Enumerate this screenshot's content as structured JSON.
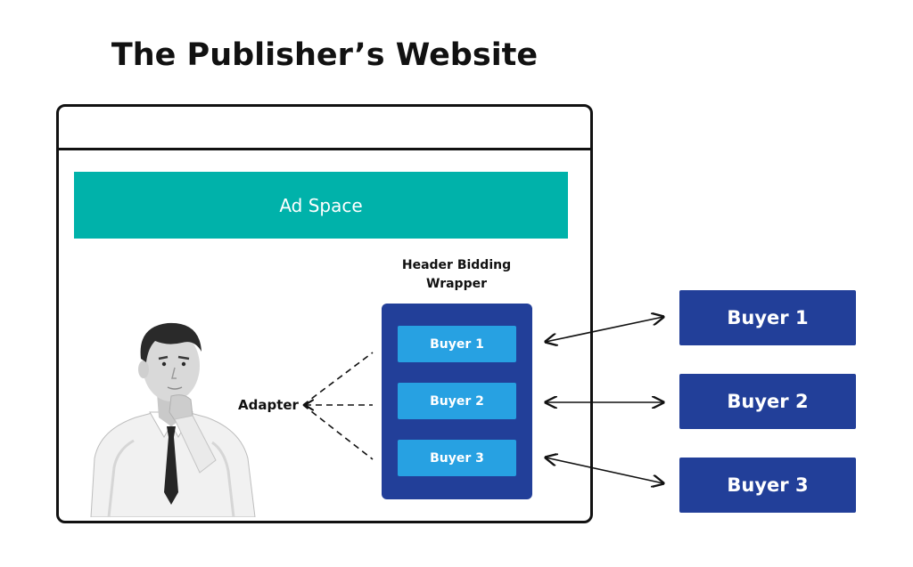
{
  "title": "The Publisher’s Website",
  "ad_space": {
    "label": "Ad Space"
  },
  "wrapper": {
    "label_line1": "Header Bidding",
    "label_line2": "Wrapper",
    "buyers": [
      "Buyer 1",
      "Buyer 2",
      "Buyer 3"
    ]
  },
  "adapter": {
    "label": "Adapter"
  },
  "external_buyers": [
    "Buyer 1",
    "Buyer 2",
    "Buyer 3"
  ],
  "colors": {
    "ad_space": "#00b2aa",
    "wrapper": "#223f99",
    "inner_buyer": "#27a1e2",
    "external_buyer": "#223f99",
    "outline": "#111111"
  }
}
